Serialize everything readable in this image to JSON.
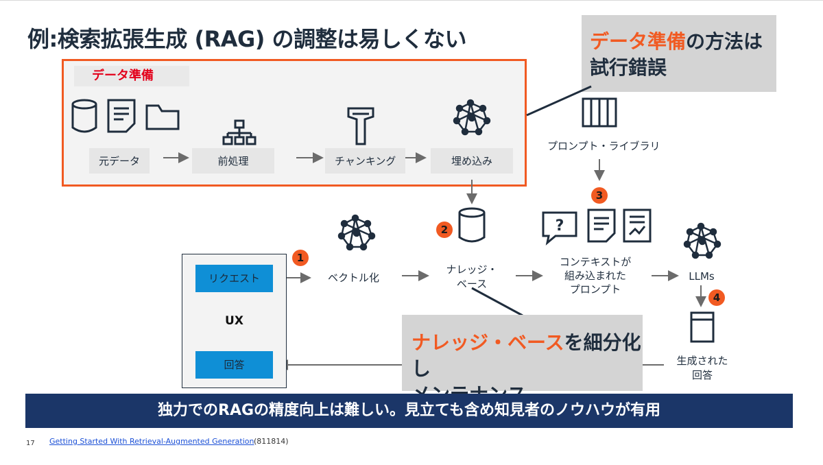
{
  "title": "例:検索拡張生成 (RAG) の調整は易しくない",
  "callout_top": {
    "highlight": "データ準備",
    "rest_line1": "の方法は",
    "line2": "試行錯誤"
  },
  "data_prep": {
    "label": "データ準備",
    "steps": [
      "元データ",
      "前処理",
      "チャンキング",
      "埋め込み"
    ]
  },
  "prompt_library": "プロンプト・ライブラリ",
  "pipeline": {
    "vectorize": "ベクトル化",
    "knowledge_base": [
      "ナレッジ・",
      "ベース"
    ],
    "context_prompt": [
      "コンテキストが",
      "組み込まれた",
      "プロンプト"
    ],
    "llms": "LLMs",
    "generated_answer": [
      "生成された",
      "回答"
    ]
  },
  "ux": {
    "request": "リクエスト",
    "label": "UX",
    "answer": "回答"
  },
  "badges": [
    "1",
    "2",
    "3",
    "4"
  ],
  "callout_bottom": {
    "highlight": "ナレッジ・ベース",
    "rest_line1": "を細分化し",
    "line2": "メンテナンス"
  },
  "banner": "独力でのRAGの精度向上は難しい。見立ても含め知見者のノウハウが有用",
  "footer": {
    "page_number": "17",
    "link_text": "Getting Started With Retrieval-Augmented Generation",
    "code": "(811814)"
  },
  "colors": {
    "accent": "#f15a22",
    "navy": "#1b3668",
    "blue_button": "#0f8fd6",
    "callout_gray": "#d4d4d4",
    "icon": "#1f2d3d"
  }
}
